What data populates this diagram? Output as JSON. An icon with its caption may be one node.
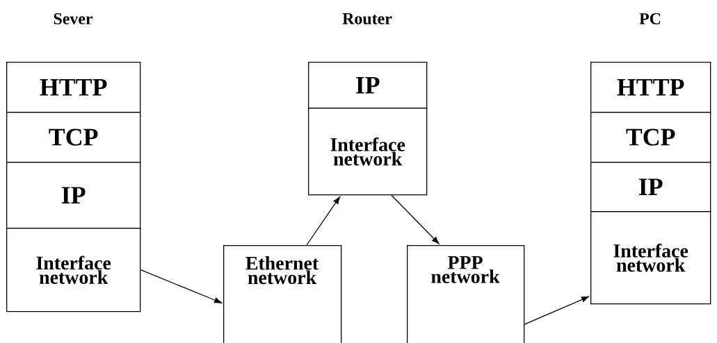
{
  "diagram": {
    "nodes": [
      {
        "text": [
          "HTTP"
        ]
      },
      {
        "text": [
          "TCP"
        ]
      },
      {
        "text": [
          "IP"
        ]
      },
      {
        "text": [
          "Interface network"
        ]
      },
      {
        "text": [
          "IP"
        ]
      },
      {
        "text": [
          "Interface network"
        ]
      },
      {
        "text": [
          "Ethernet network"
        ]
      },
      {
        "text": [
          "PPP network"
        ]
      },
      {
        "text": [
          "HTTP"
        ]
      },
      {
        "text": [
          "TCP"
        ]
      },
      {
        "text": [
          "IP"
        ]
      },
      {
        "text": [
          "Interface network"
        ]
      }
    ],
    "edges": [
      {
        "from": 3,
        "to": 6,
        "arrow": "to"
      },
      {
        "from": 6,
        "to": 5,
        "arrow": "to"
      },
      {
        "from": 5,
        "to": 7,
        "arrow": "to"
      },
      {
        "from": 7,
        "to": 11,
        "arrow": "to"
      }
    ],
    "labels": [
      "Sever",
      "Router",
      "PC"
    ]
  }
}
